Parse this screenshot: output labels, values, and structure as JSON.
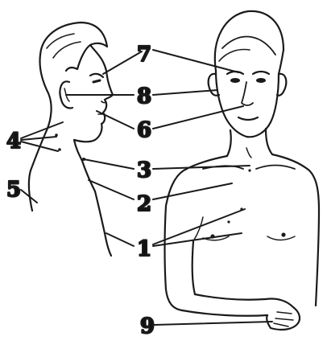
{
  "figure": {
    "labels": [
      "1",
      "2",
      "3",
      "4",
      "5",
      "6",
      "7",
      "8",
      "9"
    ],
    "ink_color": "#1a1a1a",
    "background": "#ffffff"
  }
}
